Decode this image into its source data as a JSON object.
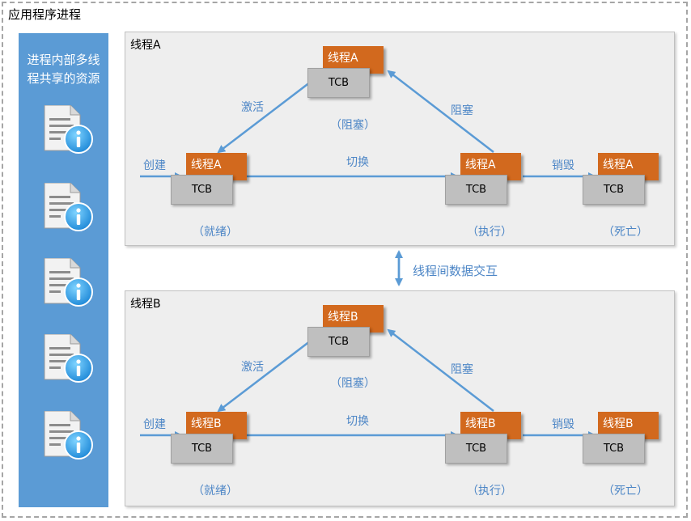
{
  "app_title": "应用程序进程",
  "resources": {
    "title_line1": "进程内部多线",
    "title_line2": "程共享的资源",
    "icons": [
      "document-info-icon",
      "document-info-icon",
      "document-info-icon",
      "document-info-icon",
      "document-info-icon"
    ]
  },
  "interaction_label": "线程间数据交互",
  "threads": [
    {
      "label": "线程A",
      "nodes": {
        "blocked": {
          "name": "线程A",
          "tcb": "TCB",
          "state": "（阻塞）"
        },
        "ready": {
          "name": "线程A",
          "tcb": "TCB",
          "state": "（就绪）"
        },
        "running": {
          "name": "线程A",
          "tcb": "TCB",
          "state": "（执行）"
        },
        "dead": {
          "name": "线程A",
          "tcb": "TCB",
          "state": "（死亡）"
        }
      },
      "edges": {
        "activate": "激活",
        "block": "阻塞",
        "create": "创建",
        "switch": "切换",
        "destroy": "销毁"
      }
    },
    {
      "label": "线程B",
      "nodes": {
        "blocked": {
          "name": "线程B",
          "tcb": "TCB",
          "state": "（阻塞）"
        },
        "ready": {
          "name": "线程B",
          "tcb": "TCB",
          "state": "（就绪）"
        },
        "running": {
          "name": "线程B",
          "tcb": "TCB",
          "state": "（执行）"
        },
        "dead": {
          "name": "线程B",
          "tcb": "TCB",
          "state": "（死亡）"
        }
      },
      "edges": {
        "activate": "激活",
        "block": "阻塞",
        "create": "创建",
        "switch": "切换",
        "destroy": "销毁"
      }
    }
  ],
  "colors": {
    "node": "#d2691e",
    "tcb": "#bfbfbf",
    "accent": "#5b9bd5",
    "label": "#4d86c6",
    "panel": "#eeeeee"
  }
}
